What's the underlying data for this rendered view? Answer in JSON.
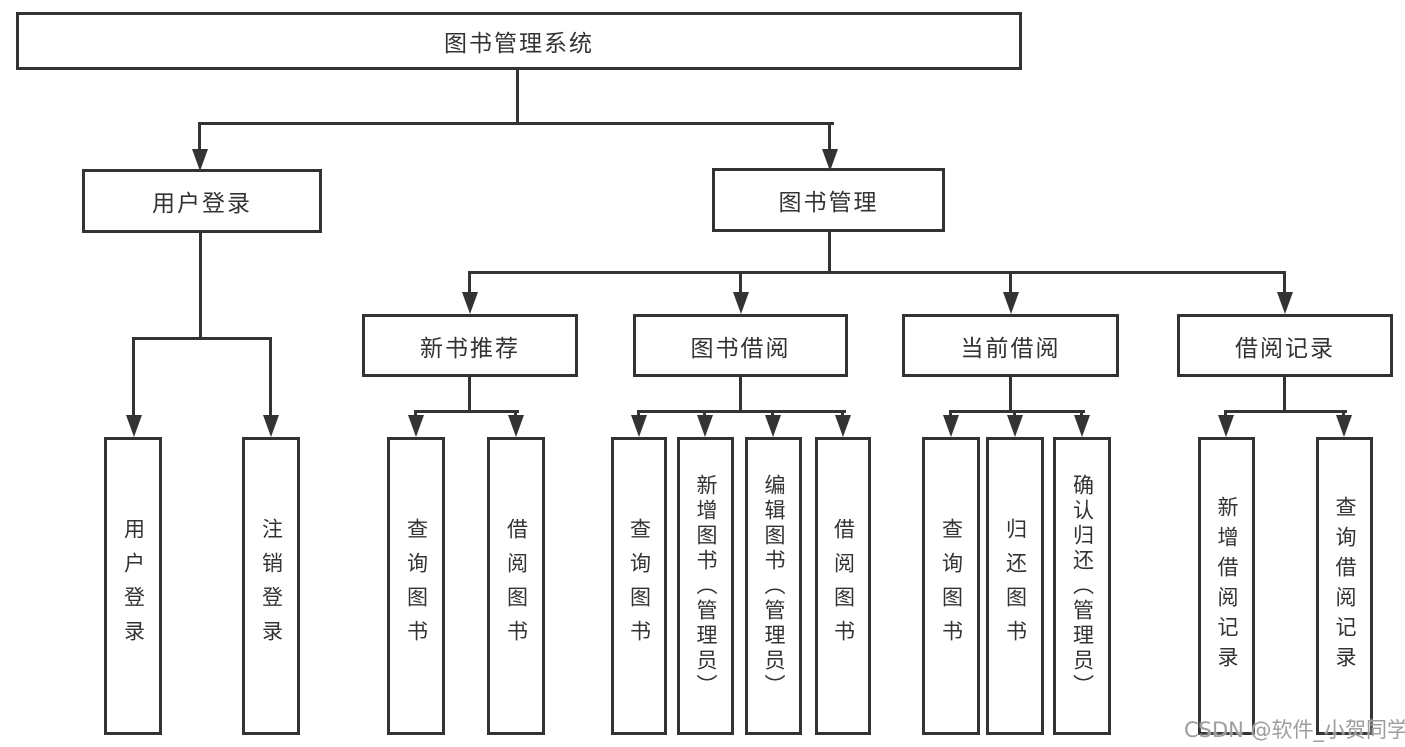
{
  "diagram": {
    "title": "图书管理系统",
    "level2": [
      {
        "label": "用户登录"
      },
      {
        "label": "图书管理"
      }
    ],
    "level3": [
      {
        "label": "新书推荐"
      },
      {
        "label": "图书借阅"
      },
      {
        "label": "当前借阅"
      },
      {
        "label": "借阅记录"
      }
    ],
    "level4": [
      {
        "label": "用户登录"
      },
      {
        "label": "注销登录"
      },
      {
        "label": "查询图书"
      },
      {
        "label": "借阅图书"
      },
      {
        "label": "查询图书"
      },
      {
        "label": "新增图书（管理员）"
      },
      {
        "label": "编辑图书（管理员）"
      },
      {
        "label": "借阅图书"
      },
      {
        "label": "查询图书"
      },
      {
        "label": "归还图书"
      },
      {
        "label": "确认归还（管理员）"
      },
      {
        "label": "新增借阅记录"
      },
      {
        "label": "查询借阅记录"
      }
    ]
  },
  "watermark": "CSDN @软件_小贺同学",
  "colors": {
    "line": "#333333",
    "box_bg": "#ffffff",
    "text": "#333333",
    "watermark": "#9e9e9e"
  }
}
